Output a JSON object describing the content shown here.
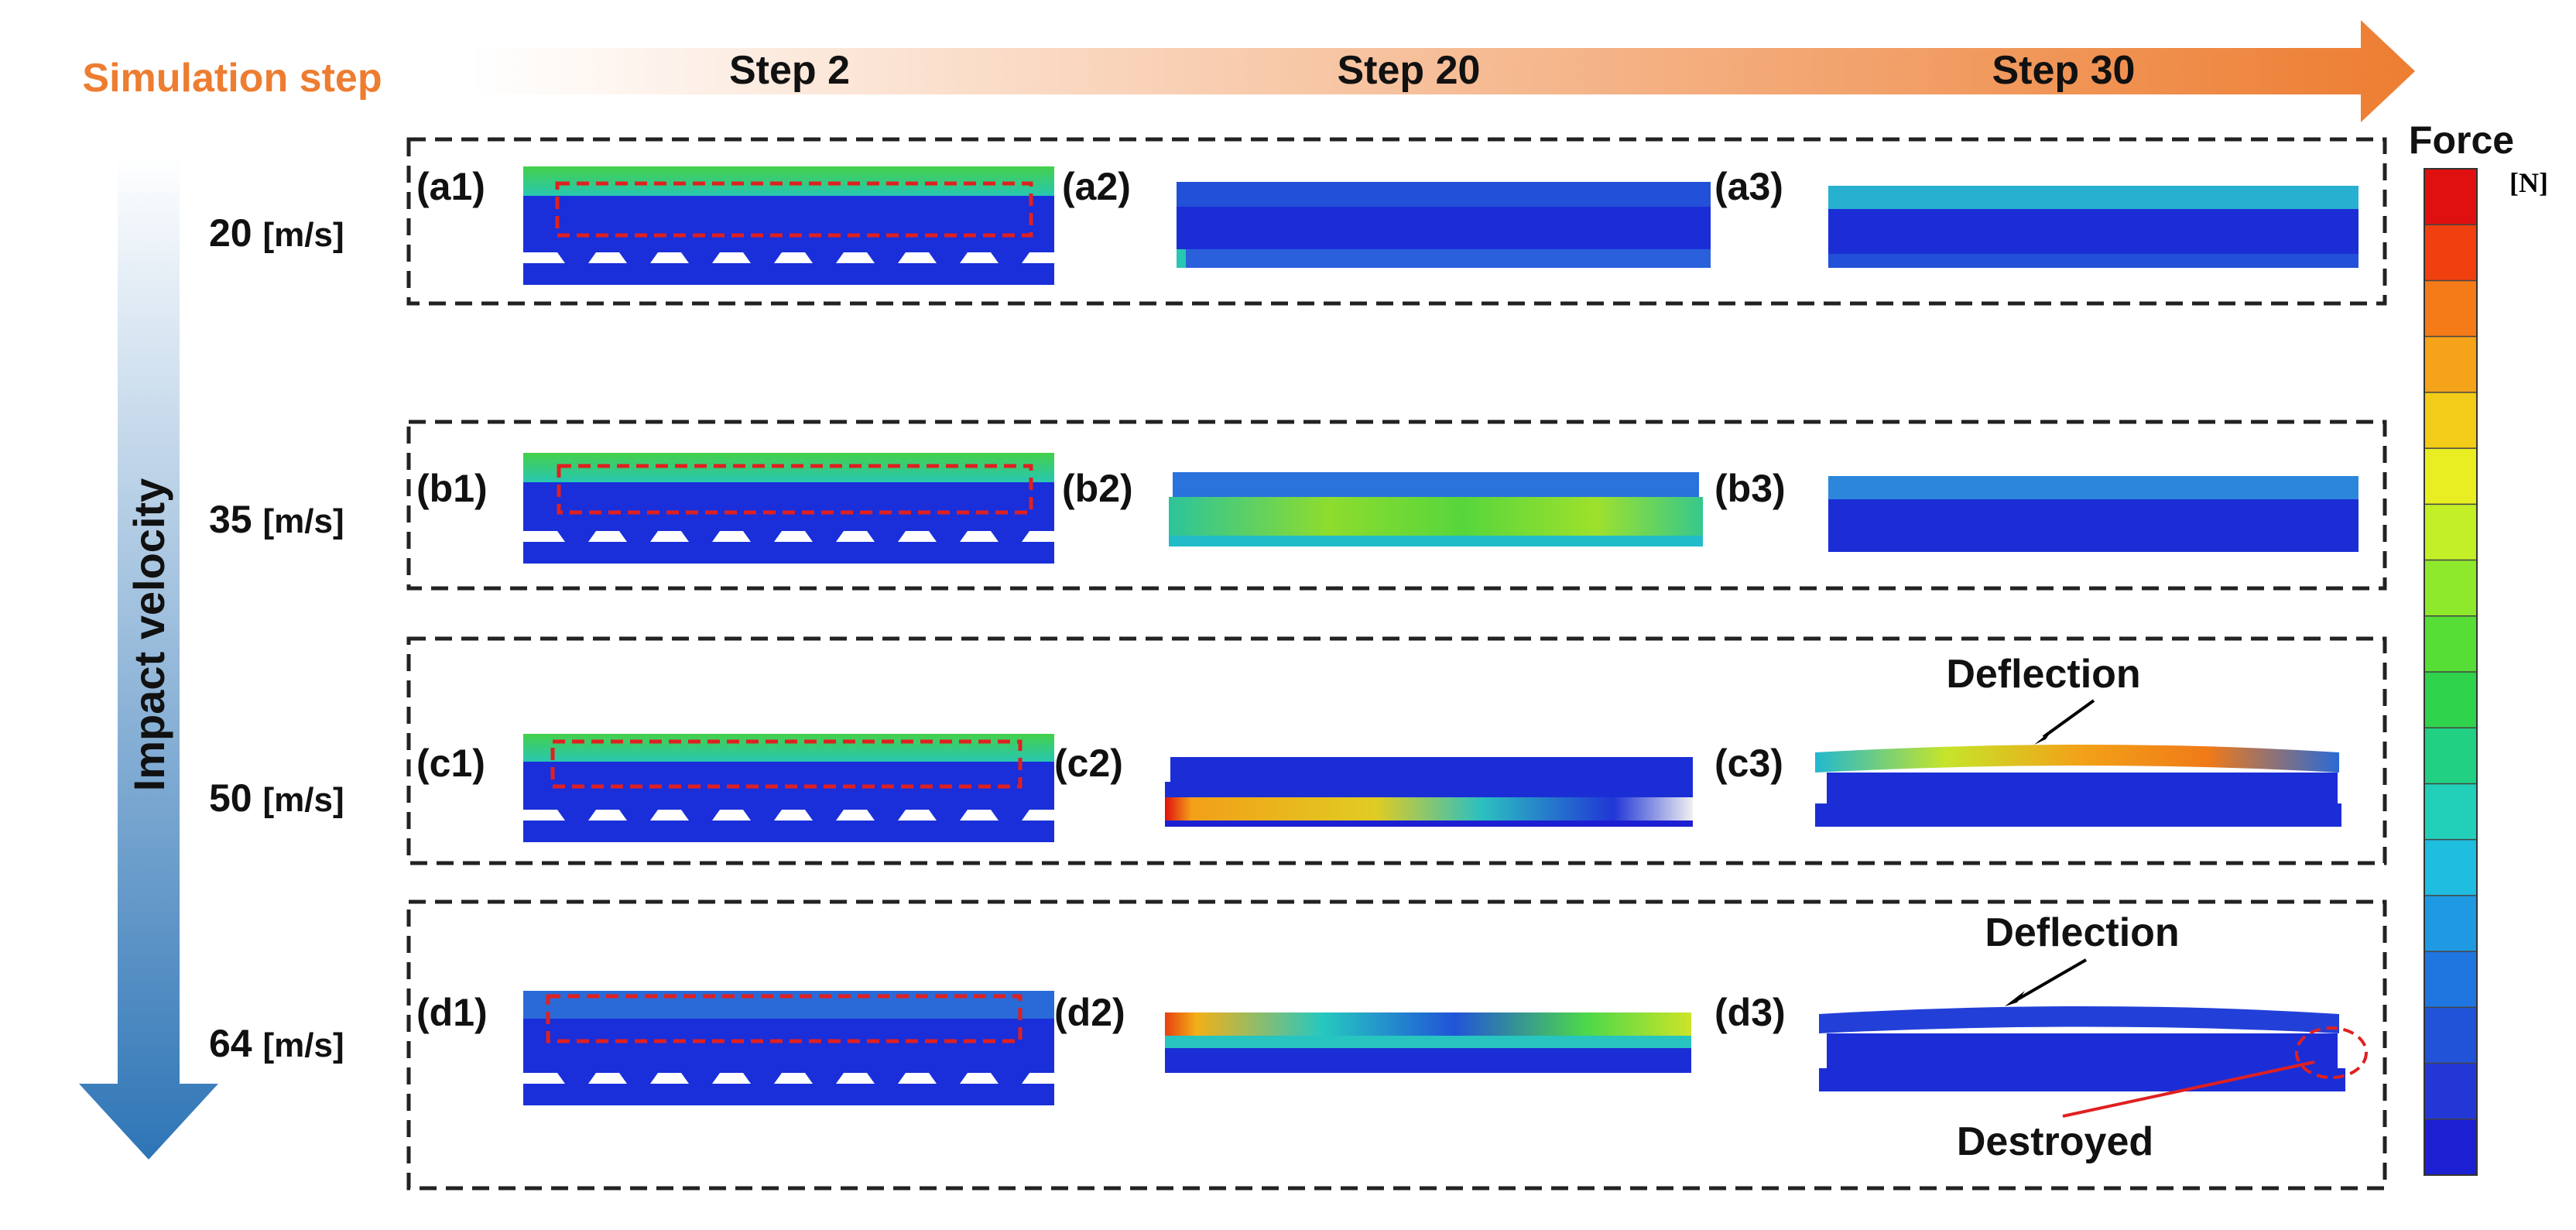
{
  "header": {
    "sim_label": "Simulation step",
    "steps": [
      "Step 2",
      "Step 20",
      "Step 30"
    ]
  },
  "velocity_axis_label": "Impact velocity",
  "legend": {
    "title": "Force",
    "unit": "[N]"
  },
  "rows": [
    {
      "velocity": "20",
      "unit": "[m/s]",
      "panels": [
        "(a1)",
        "(a2)",
        "(a3)"
      ]
    },
    {
      "velocity": "35",
      "unit": "[m/s]",
      "panels": [
        "(b1)",
        "(b2)",
        "(b3)"
      ]
    },
    {
      "velocity": "50",
      "unit": "[m/s]",
      "panels": [
        "(c1)",
        "(c2)",
        "(c3)"
      ],
      "annotation": "Deflection"
    },
    {
      "velocity": "64",
      "unit": "[m/s]",
      "panels": [
        "(d1)",
        "(d2)",
        "(d3)"
      ],
      "annotation": "Deflection",
      "annotation2": "Destroyed"
    }
  ],
  "colors": {
    "accent_orange": "#ed7d31",
    "velocity_blue": "#2e75b6",
    "structure_blue": "#1a2fd9",
    "highlight_red": "#e02020"
  },
  "colorbar": [
    "#e01010",
    "#f04010",
    "#f57a18",
    "#f5a318",
    "#f2cc18",
    "#e8ee22",
    "#c2ef26",
    "#8ee82c",
    "#56de36",
    "#2fd34c",
    "#22d083",
    "#22d0ba",
    "#1fbde0",
    "#1f9ae2",
    "#2076e0",
    "#2153d8",
    "#2337d6",
    "#1d1fd2"
  ]
}
